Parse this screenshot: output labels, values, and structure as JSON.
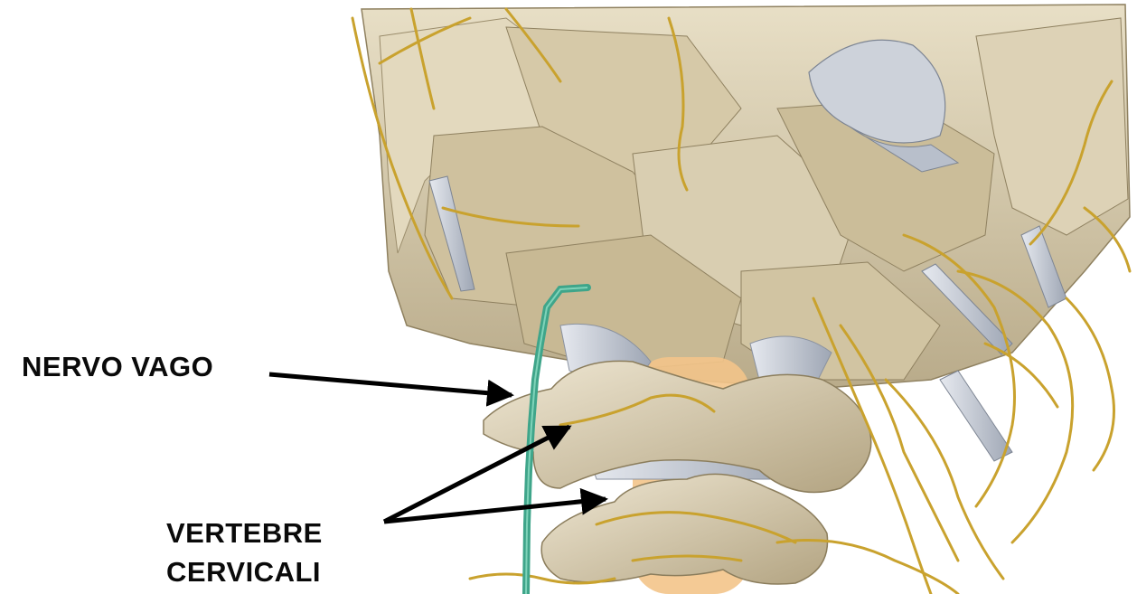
{
  "labels": {
    "vagus": "NERVO VAGO",
    "vertebrae_line1": "VERTEBRE",
    "vertebrae_line2": "CERVICALI"
  },
  "colors": {
    "bone": "#d8ccb0",
    "bone_shadow": "#a89a78",
    "bone_light": "#ece4cf",
    "cartilage": "#c9ced8",
    "nerve": "#c9a22e",
    "vagus_nerve": "#3fa58a",
    "spinal_cord": "#f3c48a",
    "arrow": "#000000"
  }
}
